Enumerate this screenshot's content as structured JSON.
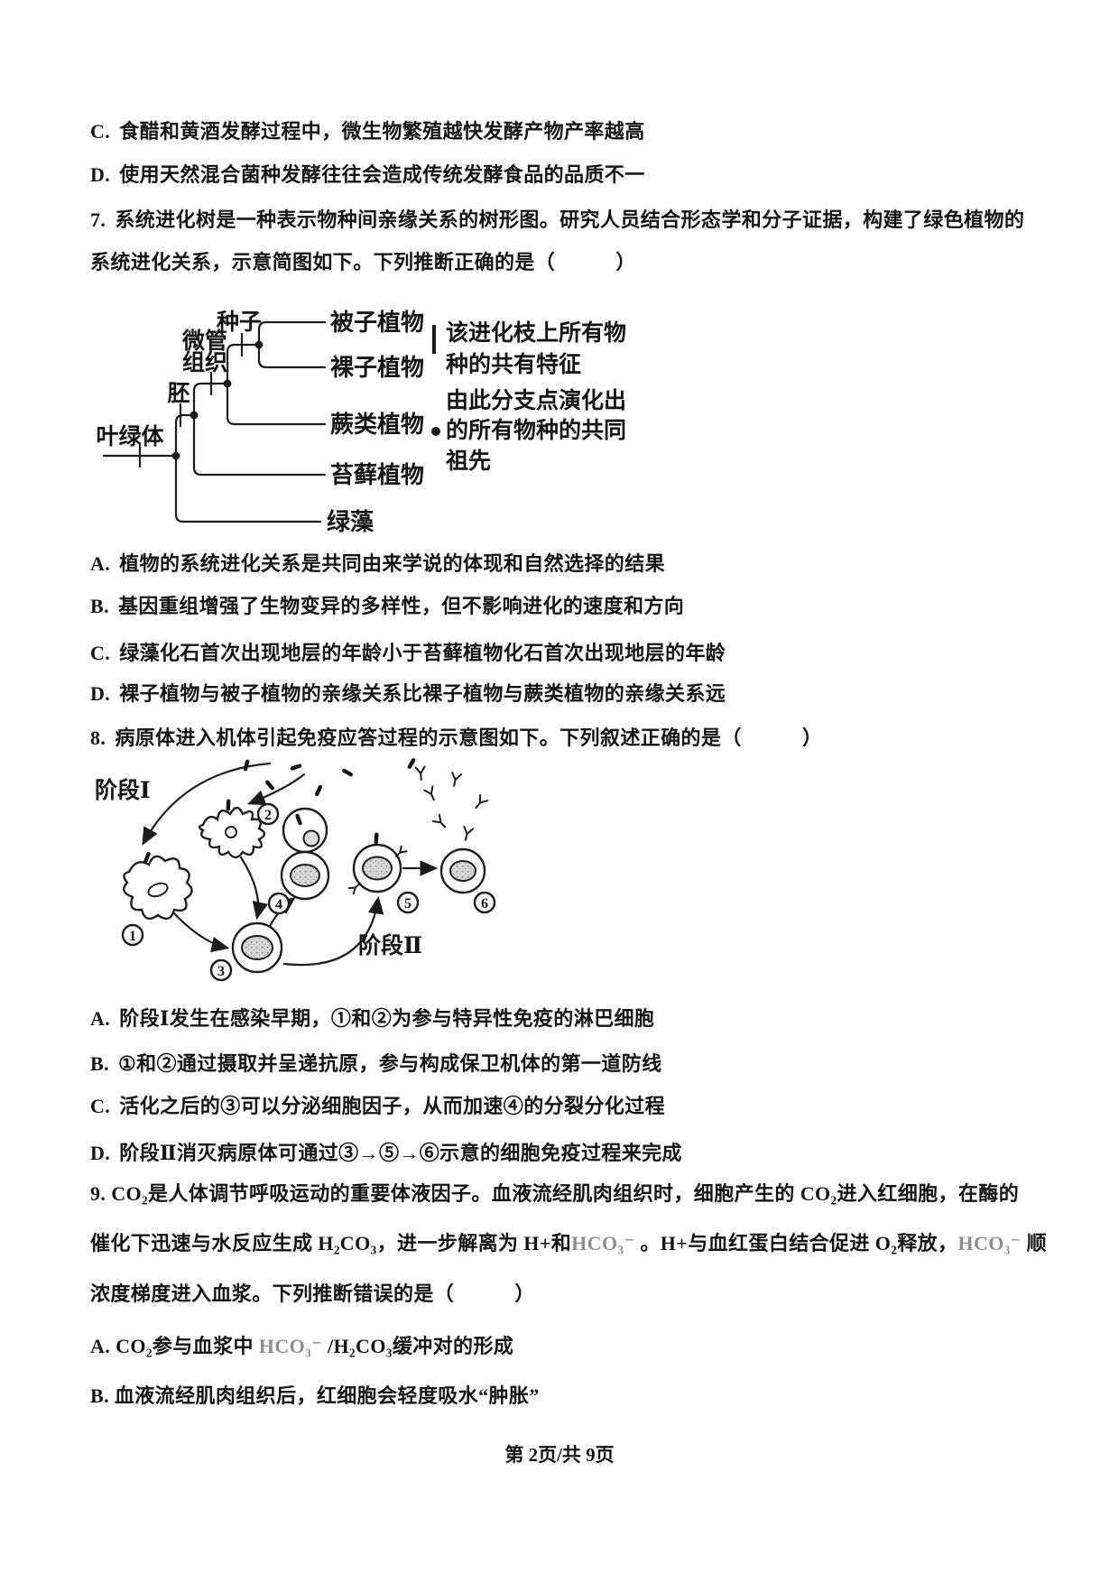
{
  "page": {
    "footer": "第 2页/共 9页"
  },
  "q6_options": [
    {
      "label": "C.",
      "text": "食醋和黄酒发酵过程中，微生物繁殖越快发酵产物产率越高"
    },
    {
      "label": "D.",
      "text": "使用天然混合菌种发酵往往会造成传统发酵食品的品质不一"
    }
  ],
  "q7": {
    "number": "7.",
    "stem_line1": "系统进化树是一种表示物种间亲缘关系的树形图。研究人员结合形态学和分子证据，构建了绿色植物的",
    "stem_line2": "系统进化关系，示意简图如下。下列推断正确的是（　　　）",
    "tree": {
      "trait_seed": "种子",
      "trait_vascular_1": "微管",
      "trait_vascular_2": "组织",
      "trait_embryo": "胚",
      "trait_chloroplast": "叶绿体",
      "taxa": [
        "被子植物",
        "裸子植物",
        "蕨类植物",
        "苔藓植物",
        "绿藻"
      ],
      "legend_branch_1": "该进化枝上所有物",
      "legend_branch_2": "种的共有特征",
      "legend_node_1": "由此分支点演化出",
      "legend_node_2": "的所有物种的共同",
      "legend_node_3": "祖先"
    },
    "options": [
      {
        "label": "A.",
        "text": "植物的系统进化关系是共同由来学说的体现和自然选择的结果"
      },
      {
        "label": "B.",
        "text": "基因重组增强了生物变异的多样性，但不影响进化的速度和方向"
      },
      {
        "label": "C.",
        "text": "绿藻化石首次出现地层的年龄小于苔藓植物化石首次出现地层的年龄"
      },
      {
        "label": "D.",
        "text": "裸子植物与被子植物的亲缘关系比裸子植物与蕨类植物的亲缘关系远"
      }
    ]
  },
  "q8": {
    "number": "8.",
    "stem": "病原体进入机体引起免疫应答过程的示意图如下。下列叙述正确的是（　　　）",
    "figure": {
      "stage1": "阶段Ⅰ",
      "stage2": "阶段Ⅱ",
      "cells": [
        "1",
        "2",
        "3",
        "4",
        "5",
        "6"
      ]
    },
    "options": [
      {
        "label": "A.",
        "text": "阶段Ⅰ发生在感染早期，①和②为参与特异性免疫的淋巴细胞"
      },
      {
        "label": "B.",
        "text": "①和②通过摄取并呈递抗原，参与构成保卫机体的第一道防线"
      },
      {
        "label": "C.",
        "text": "活化之后的③可以分泌细胞因子，从而加速④的分裂分化过程"
      },
      {
        "label": "D.",
        "text": "阶段Ⅱ消灭病原体可通过③→⑤→⑥示意的细胞免疫过程来完成"
      }
    ]
  },
  "q9": {
    "line1": "9. CO₂是人体调节呼吸运动的重要体液因子。血液流经肌肉组织时，细胞产生的 CO₂进入红细胞，在酶的",
    "line2_parts": [
      "催化下迅速与水反应生成 H₂CO₃，进一步解离为 H+和",
      "HCO₃⁻",
      " 。H+与血红蛋白结合促进 O₂释放，",
      "HCO₃⁻",
      " 顺"
    ],
    "line3": "浓度梯度进入血浆。下列推断错误的是（　　　）",
    "optionA_parts": [
      "A. CO₂参与血浆中 ",
      "HCO₃⁻",
      " /H₂CO₃缓冲对的形成"
    ],
    "optionB": "B. 血液流经肌肉组织后，红细胞会轻度吸水“肿胀”"
  }
}
